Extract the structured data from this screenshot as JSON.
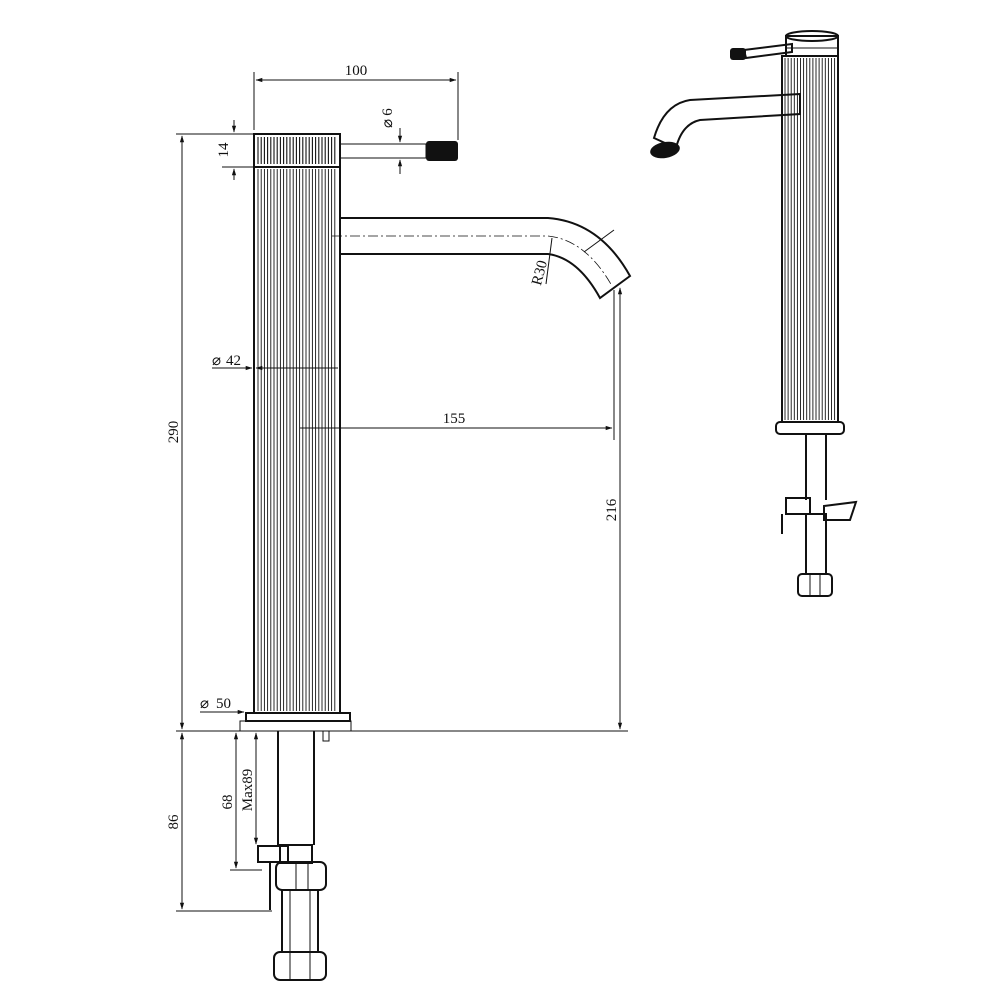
{
  "dimensions": {
    "handle_length": "100",
    "handle_diameter": "6",
    "handle_height": "14",
    "body_diameter": "42",
    "spout_radius": "R30",
    "spout_reach": "155",
    "total_height": "290",
    "spout_height": "216",
    "base_diameter": "50",
    "thread_length": "68",
    "max_counter": "Max89",
    "hose_depth": "86"
  }
}
